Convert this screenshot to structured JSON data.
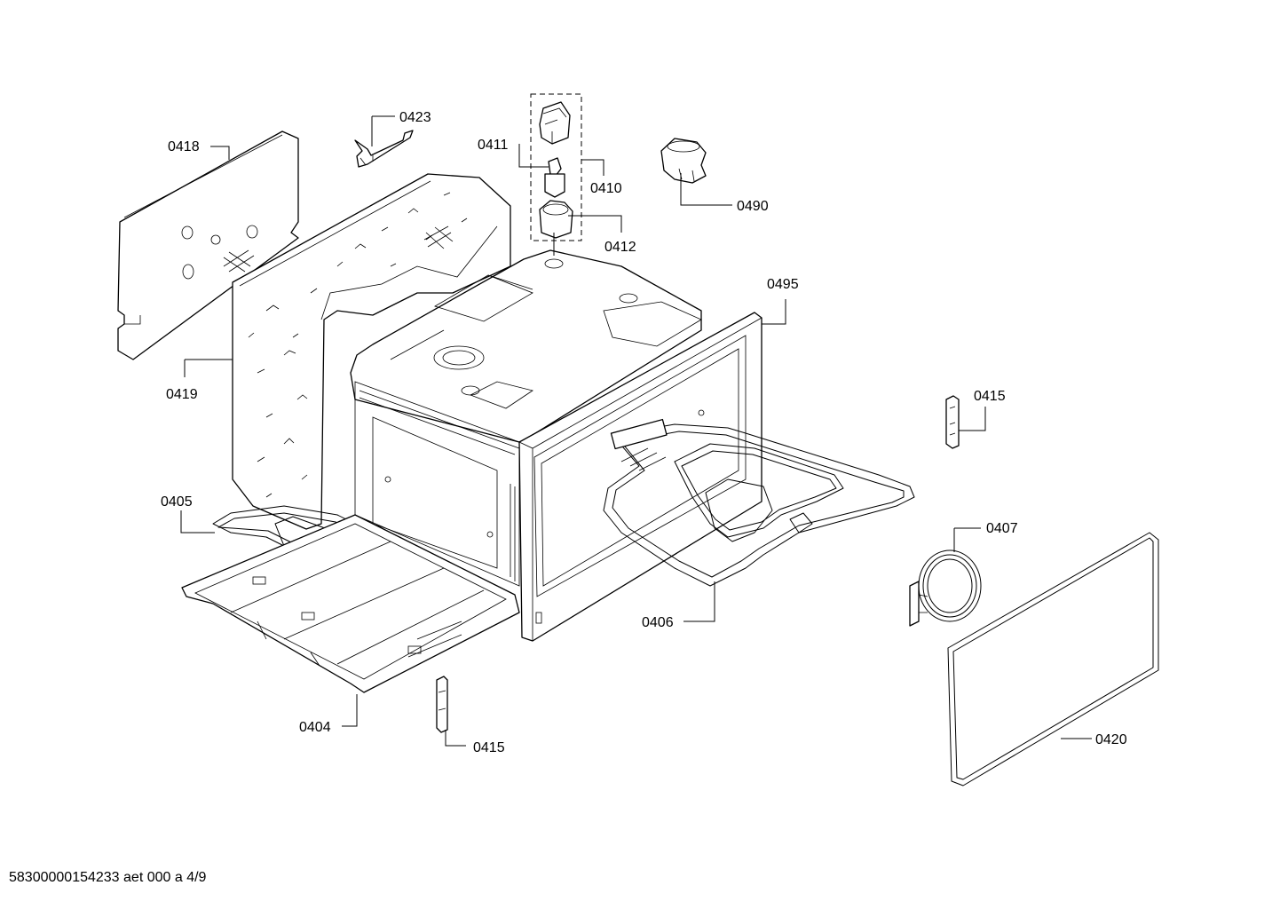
{
  "labels": {
    "p0418": "0418",
    "p0423": "0423",
    "p0411": "0411",
    "p0410": "0410",
    "p0412": "0412",
    "p0490": "0490",
    "p0495": "0495",
    "p0419": "0419",
    "p0415a": "0415",
    "p0405": "0405",
    "p0407": "0407",
    "p0406": "0406",
    "p0404": "0404",
    "p0415b": "0415",
    "p0420": "0420"
  },
  "footer": "58300000154233 aet 000 a 4/9"
}
